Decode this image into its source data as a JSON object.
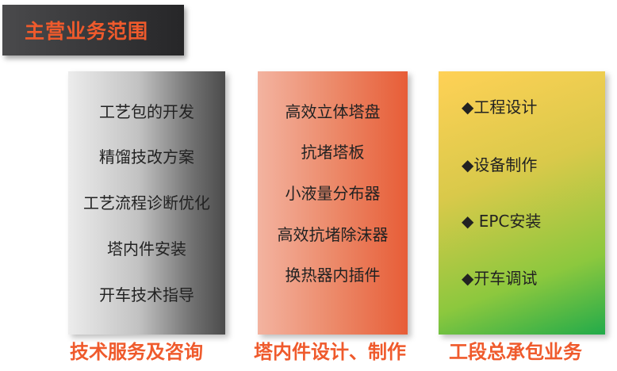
{
  "title": "主营业务范围",
  "columns": [
    {
      "items": [
        "工艺包的开发",
        "精馏技改方案",
        "工艺流程诊断优化",
        "塔内件安装",
        "开车技术指导"
      ],
      "caption": "技术服务及咨询"
    },
    {
      "items": [
        "高效立体塔盘",
        "抗堵塔板",
        "小液量分布器",
        "高效抗堵除沫器",
        "换热器内插件"
      ],
      "caption": "塔内件设计、制作"
    },
    {
      "items": [
        "◆工程设计",
        "◆设备制作",
        "◆ EPC安装",
        "◆开车调试"
      ],
      "caption": "工段总承包业务"
    }
  ],
  "colors": {
    "accent": "#ef5a2c",
    "title_bg": "#333335",
    "panel1_dark": "#4b4b4b",
    "panel2_red": "#e75d37",
    "panel3_yellow": "#ffd156",
    "panel3_green": "#22ab4a"
  }
}
